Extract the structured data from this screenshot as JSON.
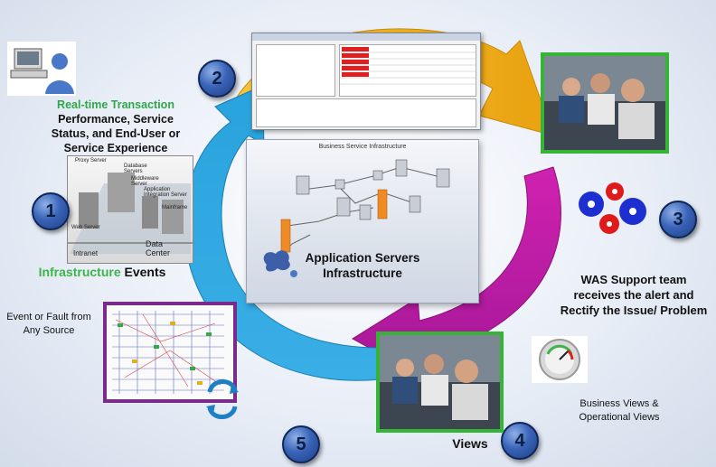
{
  "steps": {
    "one": "1",
    "two": "2",
    "three": "3",
    "four": "4",
    "five": "5"
  },
  "labels": {
    "realtime_highlight": "Real-time Transaction",
    "realtime_rest": "Performance, Service Status, and End-User or Service Experience",
    "infrastructure_highlight": "Infrastructure",
    "infrastructure_rest": " Events",
    "event_fault": "Event or Fault from Any Source",
    "was_support": "WAS Support team receives the alert and Rectify the Issue/ Problem",
    "business_views": "Business Views & Operational Views",
    "views": "Views",
    "center_title": "Business Service Infrastructure",
    "center_caption": "Application Servers Infrastructure"
  },
  "datacenter": {
    "database_servers": "Database Servers",
    "middleware_server": "Middleware Server",
    "app_integration_server": "Application Integration Server",
    "mainframe": "Mainframe",
    "data_center": "Data Center",
    "intranet": "Intranet",
    "proxy_server": "Proxy Server",
    "web_server": "Web Server"
  },
  "colors": {
    "arrow_orange": "#f2b21a",
    "arrow_blue": "#2aa9e0",
    "arrow_magenta": "#c21fa6",
    "accent_green": "#3cb44a",
    "photo_border": "#35b435",
    "badge_blue": "#3a64b8"
  }
}
